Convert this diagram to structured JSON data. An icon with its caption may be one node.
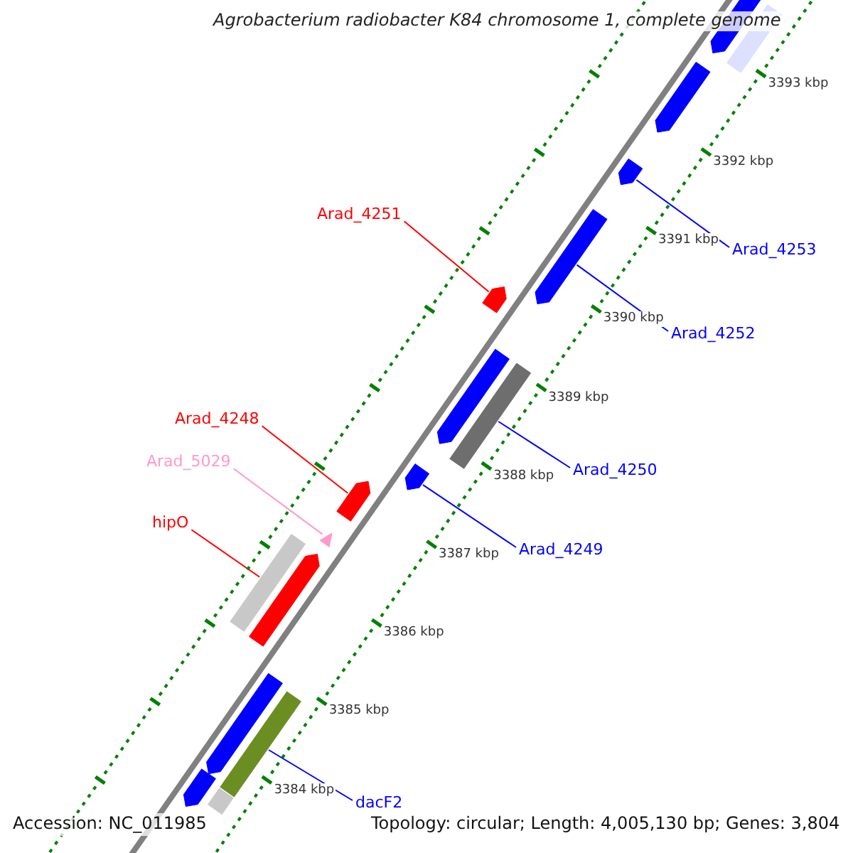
{
  "diagram": {
    "title": "Agrobacterium radiobacter K84 chromosome 1, complete genome",
    "nodes": [
      {
        "text": [
          "Arad_4251"
        ]
      },
      {
        "text": [
          "Arad_4253"
        ]
      },
      {
        "text": [
          "Arad_4252"
        ]
      },
      {
        "text": [
          "Arad_4248"
        ]
      },
      {
        "text": [
          "Arad_4250"
        ]
      },
      {
        "text": [
          "Arad_5029"
        ]
      },
      {
        "text": [
          "hipO"
        ]
      },
      {
        "text": [
          "Arad_4249"
        ]
      },
      {
        "text": [
          "dacF2"
        ]
      },
      {
        "text": [],
        "shape": "bar"
      },
      {
        "text": [],
        "shape": "bar"
      },
      {
        "text": [],
        "shape": "bar"
      },
      {
        "text": [],
        "shape": "bar"
      },
      {
        "text": [],
        "shape": "bar"
      },
      {
        "text": [],
        "shape": "bar"
      },
      {
        "text": [],
        "shape": "bar"
      },
      {
        "text": [],
        "shape": "bar"
      },
      {
        "text": [],
        "shape": "bar"
      },
      {
        "text": [],
        "shape": "bar"
      },
      {
        "text": [],
        "shape": "bar"
      },
      {
        "text": [],
        "shape": "bar"
      },
      {
        "text": [],
        "shape": "bar"
      },
      {
        "text": [],
        "shape": "bar"
      },
      {
        "text": [],
        "shape": "bar"
      },
      {
        "text": [],
        "shape": "bar"
      },
      {
        "text": [],
        "shape": "bar"
      }
    ],
    "edges": [
      {
        "from": 0,
        "to": 14,
        "arrow": "none",
        "color": "#ff0000"
      },
      {
        "from": 1,
        "to": 12,
        "arrow": "none"
      },
      {
        "from": 2,
        "to": 13,
        "arrow": "none"
      },
      {
        "from": 3,
        "to": 18,
        "arrow": "none",
        "color": "#ff0000"
      },
      {
        "from": 4,
        "to": 16,
        "arrow": "none"
      },
      {
        "from": 5,
        "to": 19,
        "arrow": "none",
        "color": "#ff99cc"
      },
      {
        "from": 6,
        "to": 20,
        "arrow": "none",
        "color": "#ff0000"
      },
      {
        "from": 7,
        "to": 17,
        "arrow": "none"
      },
      {
        "from": 8,
        "to": 23,
        "arrow": "none"
      }
    ],
    "labels": [
      "3393 kbp",
      "3392 kbp",
      "3391 kbp",
      "3390 kbp",
      "3389 kbp",
      "3388 kbp",
      "3387 kbp",
      "3386 kbp",
      "3385 kbp",
      "3384 kbp",
      "Accession: NC_011985",
      "Topology: circular; Length: 4,005,130 bp; Genes: 3,804"
    ]
  }
}
